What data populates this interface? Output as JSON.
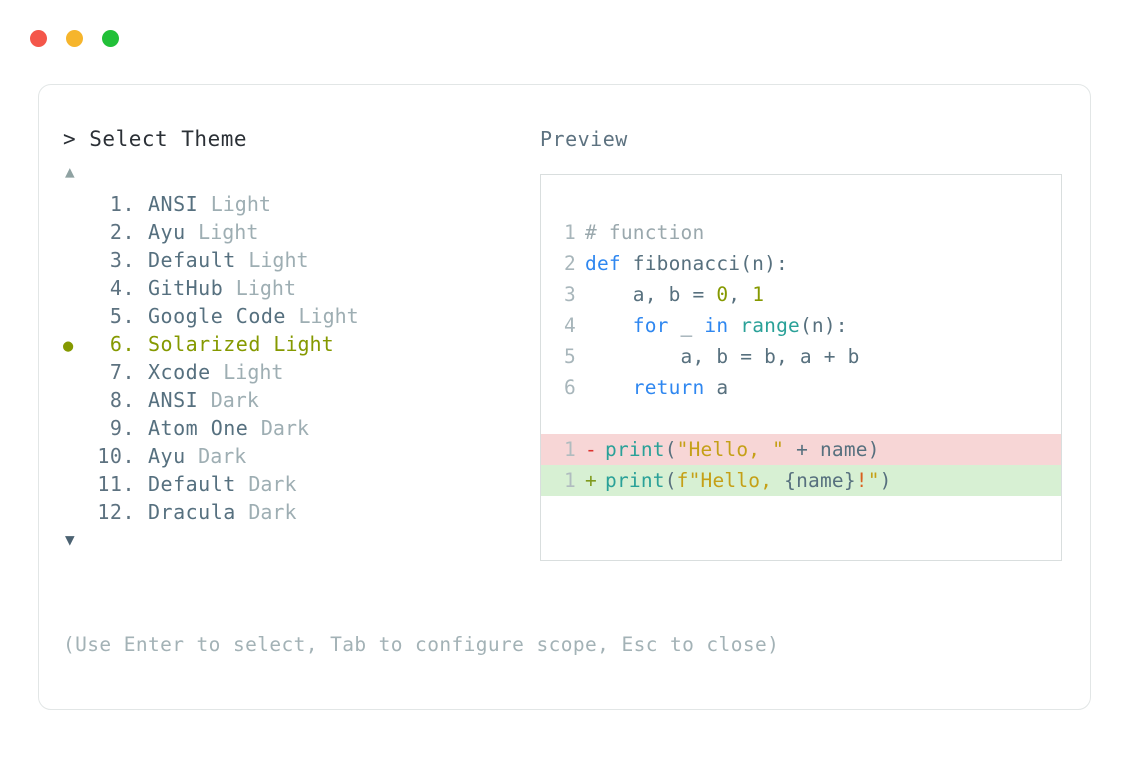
{
  "window": {
    "controls": [
      {
        "name": "close",
        "color": "#f4564a"
      },
      {
        "name": "minimize",
        "color": "#f6b52c"
      },
      {
        "name": "maximize",
        "color": "#21c038"
      }
    ]
  },
  "left": {
    "prompt": "> Select Theme",
    "scroll_up_glyph": "▲",
    "scroll_down_glyph": "▼",
    "selected_bullet": "●",
    "selected_index": 6,
    "selected_color": "#859900",
    "items": [
      {
        "number": "1.",
        "name": "ANSI",
        "variant": "Light",
        "selected": false
      },
      {
        "number": "2.",
        "name": "Ayu",
        "variant": "Light",
        "selected": false
      },
      {
        "number": "3.",
        "name": "Default",
        "variant": "Light",
        "selected": false
      },
      {
        "number": "4.",
        "name": "GitHub",
        "variant": "Light",
        "selected": false
      },
      {
        "number": "5.",
        "name": "Google Code",
        "variant": "Light",
        "selected": false
      },
      {
        "number": "6.",
        "name": "Solarized",
        "variant": "Light",
        "selected": true
      },
      {
        "number": "7.",
        "name": "Xcode",
        "variant": "Light",
        "selected": false
      },
      {
        "number": "8.",
        "name": "ANSI",
        "variant": "Dark",
        "selected": false
      },
      {
        "number": "9.",
        "name": "Atom One",
        "variant": "Dark",
        "selected": false
      },
      {
        "number": "10.",
        "name": "Ayu",
        "variant": "Dark",
        "selected": false
      },
      {
        "number": "11.",
        "name": "Default",
        "variant": "Dark",
        "selected": false
      },
      {
        "number": "12.",
        "name": "Dracula",
        "variant": "Dark",
        "selected": false
      }
    ]
  },
  "right": {
    "title": "Preview",
    "code_lines": [
      {
        "ln": "1",
        "tokens": [
          {
            "t": "# function",
            "c": "t-comment"
          }
        ]
      },
      {
        "ln": "2",
        "tokens": [
          {
            "t": "def",
            "c": "t-kw"
          },
          {
            "t": " fibonacci(n):",
            "c": "t-plain"
          }
        ]
      },
      {
        "ln": "3",
        "tokens": [
          {
            "t": "    a, b = ",
            "c": "t-plain"
          },
          {
            "t": "0",
            "c": "t-num"
          },
          {
            "t": ", ",
            "c": "t-plain"
          },
          {
            "t": "1",
            "c": "t-num"
          }
        ]
      },
      {
        "ln": "4",
        "tokens": [
          {
            "t": "    ",
            "c": "t-plain"
          },
          {
            "t": "for",
            "c": "t-kw"
          },
          {
            "t": " _ ",
            "c": "t-plain"
          },
          {
            "t": "in",
            "c": "t-kw"
          },
          {
            "t": " ",
            "c": "t-plain"
          },
          {
            "t": "range",
            "c": "t-fn"
          },
          {
            "t": "(n):",
            "c": "t-plain"
          }
        ]
      },
      {
        "ln": "5",
        "tokens": [
          {
            "t": "        a, b = b, a + b",
            "c": "t-plain"
          }
        ]
      },
      {
        "ln": "6",
        "tokens": [
          {
            "t": "    ",
            "c": "t-plain"
          },
          {
            "t": "return",
            "c": "t-kw"
          },
          {
            "t": " a",
            "c": "t-plain"
          }
        ]
      }
    ],
    "diff_lines": [
      {
        "ln": "1",
        "sign": "-",
        "kind": "minus",
        "tokens": [
          {
            "t": "print",
            "c": "t-fn"
          },
          {
            "t": "(",
            "c": "t-punct"
          },
          {
            "t": "\"Hello, \"",
            "c": "t-str"
          },
          {
            "t": " + name",
            "c": "t-plain"
          },
          {
            "t": ")",
            "c": "t-punct"
          }
        ]
      },
      {
        "ln": "1",
        "sign": "+",
        "kind": "plus",
        "tokens": [
          {
            "t": "print",
            "c": "t-fn"
          },
          {
            "t": "(",
            "c": "t-punct"
          },
          {
            "t": "f\"Hello, ",
            "c": "t-str"
          },
          {
            "t": "{name}",
            "c": "t-plain"
          },
          {
            "t": "!",
            "c": "t-bang"
          },
          {
            "t": "\"",
            "c": "t-str"
          },
          {
            "t": ")",
            "c": "t-punct"
          }
        ]
      }
    ]
  },
  "footer": {
    "hint": "(Use Enter to select, Tab to configure scope, Esc to close)"
  }
}
